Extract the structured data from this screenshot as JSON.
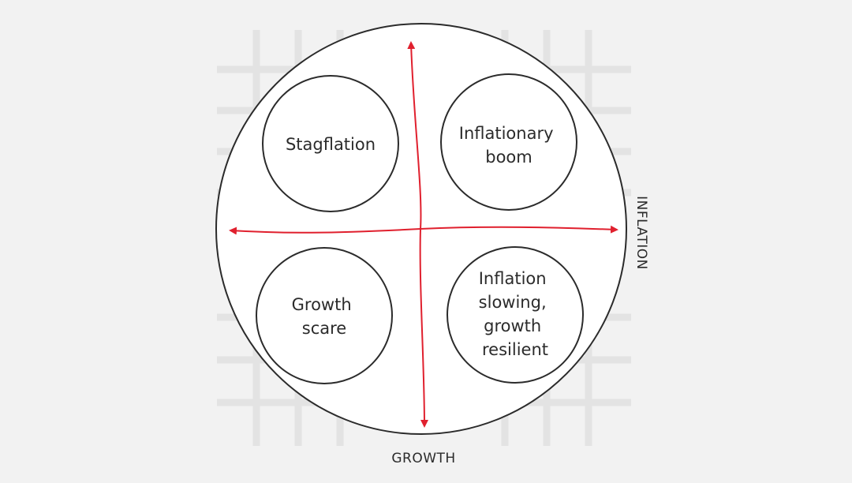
{
  "axes": {
    "vertical": "GROWTH",
    "horizontal": "INFLATION"
  },
  "quadrants": {
    "top_left": [
      "Stagflation"
    ],
    "top_right": [
      "Inflationary",
      "boom"
    ],
    "bottom_left": [
      "Growth",
      "scare"
    ],
    "bottom_right": [
      "Inflation",
      "slowing,",
      "growth",
      "resilient"
    ]
  },
  "colors": {
    "background": "#f2f2f2",
    "grid": "#e3e3e3",
    "circle_fill": "#ffffff",
    "stroke": "#2b2b2b",
    "arrow": "#e0202e"
  }
}
